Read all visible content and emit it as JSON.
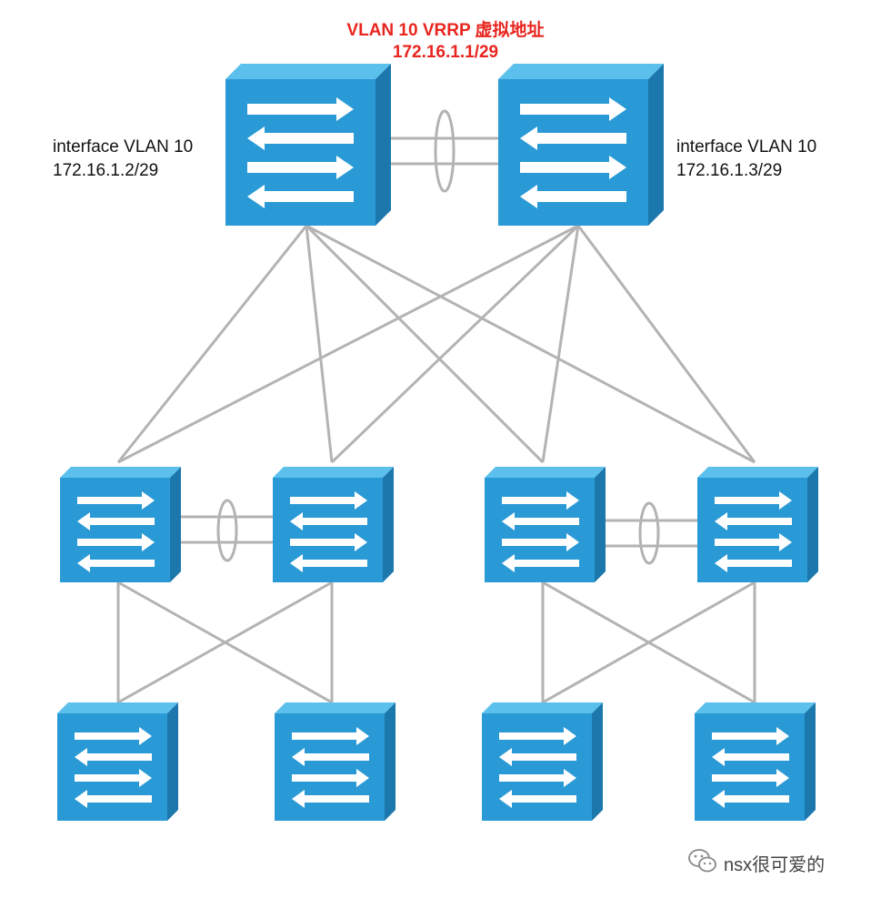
{
  "vrrp": {
    "title": "VLAN 10 VRRP 虚拟地址",
    "address": "172.16.1.1/29"
  },
  "core_left": {
    "interface": "interface VLAN 10",
    "address": "172.16.1.2/29"
  },
  "core_right": {
    "interface": "interface VLAN 10",
    "address": "172.16.1.3/29"
  },
  "watermark": {
    "text": "nsx很可爱的",
    "icon": "wechat-icon"
  },
  "colors": {
    "switch_front": "#2a9ad6",
    "switch_top": "#5cc0ec",
    "switch_side": "#1b77ac",
    "link": "#b3b3b3",
    "vip_text": "#e8251f"
  }
}
